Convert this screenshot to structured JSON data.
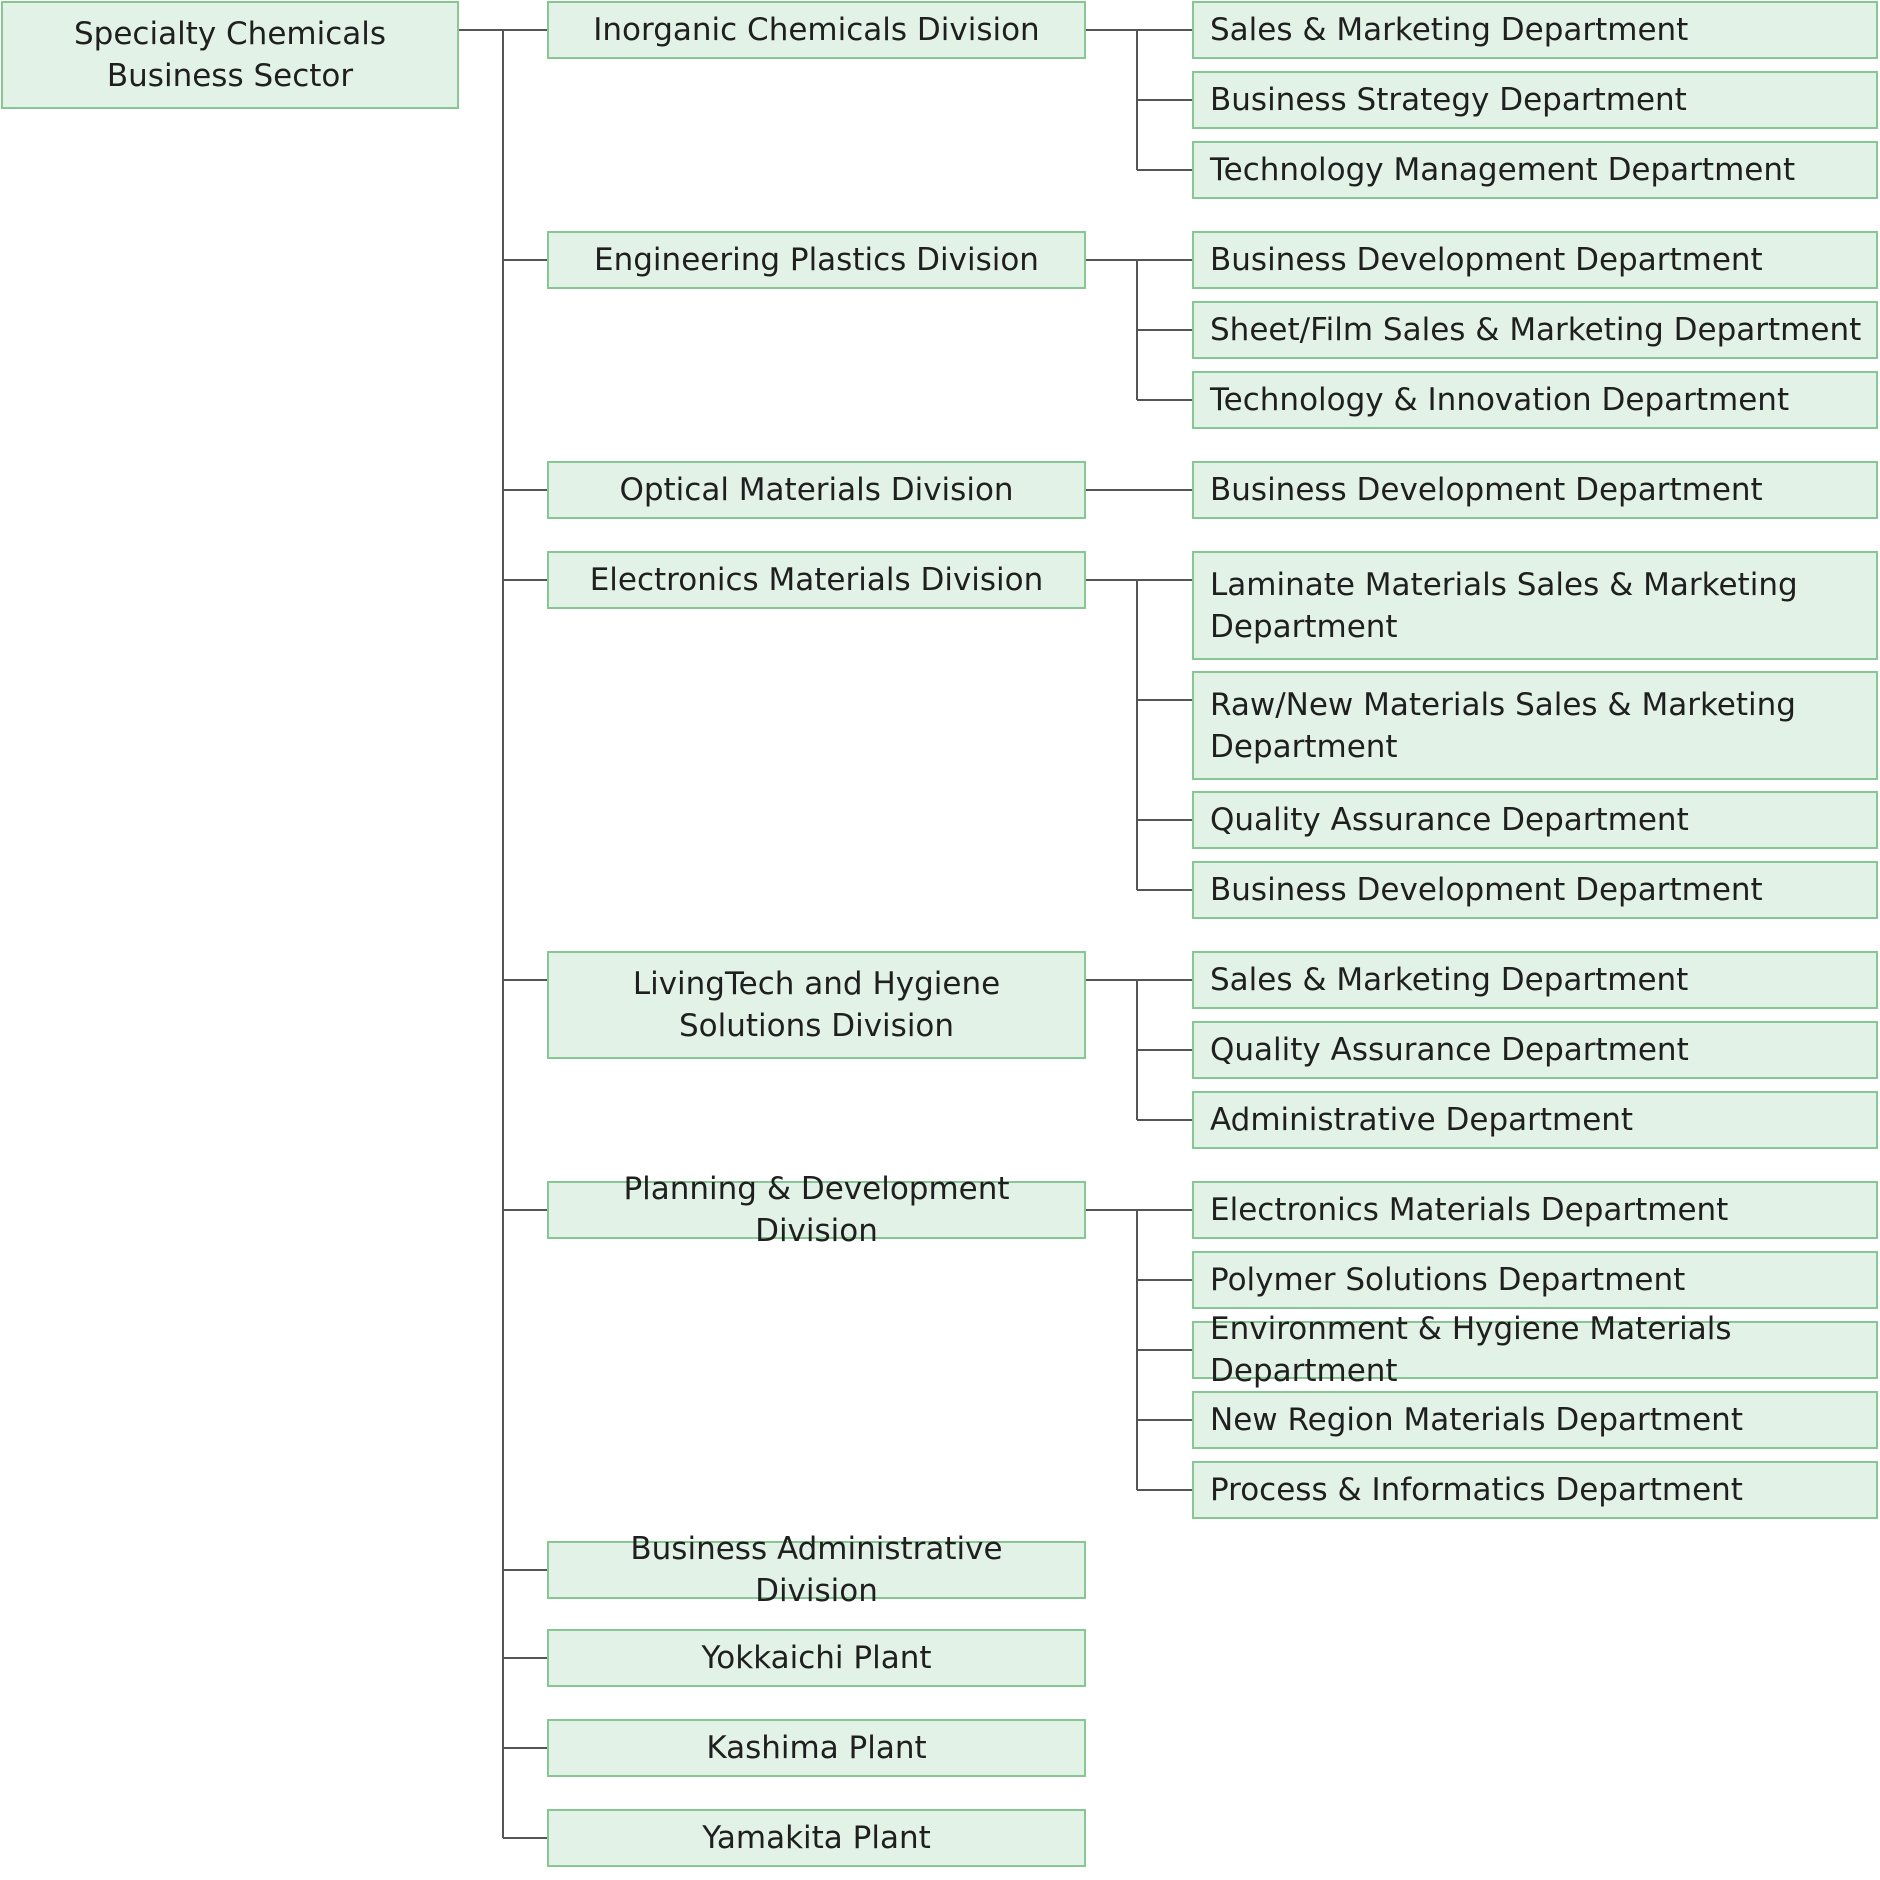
{
  "colors": {
    "box_fill": "#e3f2e6",
    "box_border": "#86c794",
    "connector": "#555555",
    "text": "#1f1f1f"
  },
  "root": {
    "label": "Specialty Chemicals Business Sector"
  },
  "divisions": [
    {
      "label": "Inorganic Chemicals Division",
      "departments": [
        "Sales & Marketing Department",
        "Business Strategy Department",
        "Technology Management Department"
      ]
    },
    {
      "label": "Engineering Plastics Division",
      "departments": [
        "Business Development Department",
        "Sheet/Film Sales & Marketing Department",
        "Technology & Innovation Department"
      ]
    },
    {
      "label": "Optical Materials Division",
      "departments": [
        "Business Development Department"
      ]
    },
    {
      "label": "Electronics Materials Division",
      "departments": [
        "Laminate Materials Sales & Marketing Department",
        "Raw/New Materials Sales & Marketing Department",
        "Quality Assurance Department",
        "Business Development Department"
      ]
    },
    {
      "label": "LivingTech and Hygiene Solutions Division",
      "departments": [
        "Sales & Marketing Department",
        "Quality Assurance Department",
        "Administrative Department"
      ]
    },
    {
      "label": "Planning & Development Division",
      "departments": [
        "Electronics Materials Department",
        "Polymer Solutions Department",
        "Environment & Hygiene Materials Department",
        "New Region Materials Department",
        "Process & Informatics Department"
      ]
    },
    {
      "label": "Business Administrative Division",
      "departments": []
    },
    {
      "label": "Yokkaichi Plant",
      "departments": []
    },
    {
      "label": "Kashima Plant",
      "departments": []
    },
    {
      "label": "Yamakita Plant",
      "departments": []
    }
  ]
}
